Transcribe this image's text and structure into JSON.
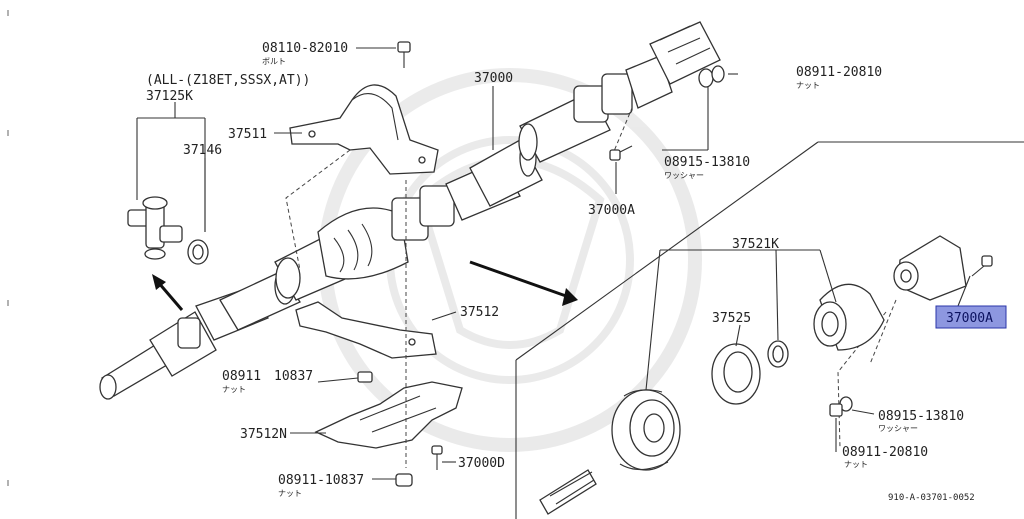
{
  "diagram": {
    "callouts": {
      "bolt_top": {
        "code": "08110-82010",
        "name": "ボルト"
      },
      "variant_note": "(ALL-(Z18ET,SSSX,AT))",
      "joint": "37125K",
      "snap_ring_left": "37146",
      "bracket_center": "37511",
      "propeller_shaft": "37000",
      "nut_top_right": {
        "code": "08911-20810",
        "name": "ナット"
      },
      "washer_top": {
        "code": "08915-13810",
        "name": "ワッシャー"
      },
      "bolt_mid": "37000A",
      "bracket_lower": "37512",
      "nut_left": {
        "code": "08911",
        "extra": "10837",
        "name": "ナット"
      },
      "insulator_plate": "37512N",
      "nut_bottom": {
        "code": "08911-10837",
        "name": "ナット"
      },
      "bolt_bottom": "37000D",
      "bearing_kit": "37521K",
      "bearing_part": "37525",
      "highlighted_bolt": "37000A",
      "washer_right": {
        "code": "08915-13810",
        "name": "ワッシャー"
      },
      "nut_right": {
        "code": "08911-20810",
        "name": "ナット"
      }
    },
    "figure_id": "910-A-03701-0052",
    "colors": {
      "highlight_fill": "#8d97e0",
      "highlight_border": "#2a36a8",
      "line": "#333333"
    }
  }
}
